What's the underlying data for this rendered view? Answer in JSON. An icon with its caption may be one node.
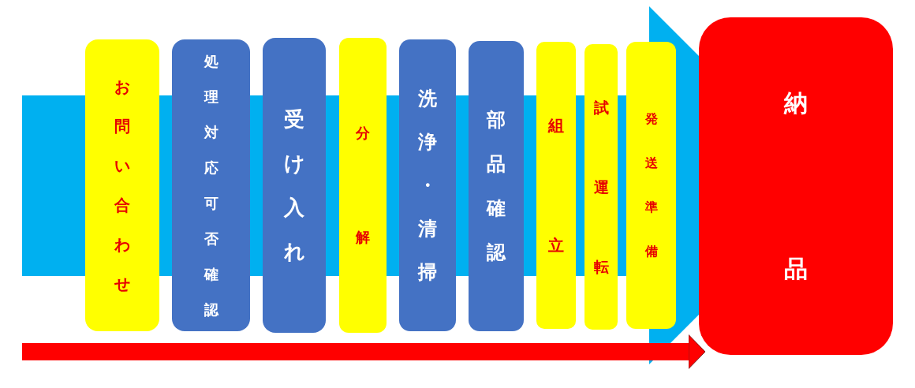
{
  "diagram": {
    "nodes": [
      {
        "text": [
          "お問い合わせ"
        ]
      },
      {
        "text": [
          "処理対応可否確認"
        ]
      },
      {
        "text": [
          "受け入れ"
        ]
      },
      {
        "text": [
          "分解"
        ]
      },
      {
        "text": [
          "洗浄・清掃"
        ]
      },
      {
        "text": [
          "部品確認"
        ]
      },
      {
        "text": [
          "組立"
        ]
      },
      {
        "text": [
          "試運転"
        ]
      },
      {
        "text": [
          "発送準備"
        ]
      },
      {
        "text": [
          "納品"
        ]
      }
    ],
    "edges": [
      {
        "from": null,
        "to": 9,
        "arrow": "to"
      }
    ]
  }
}
